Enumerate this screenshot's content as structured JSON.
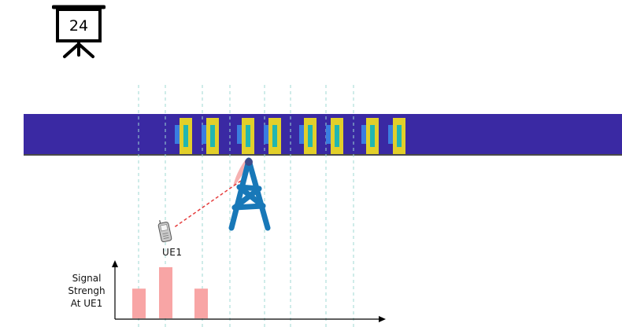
{
  "slide": {
    "number": "24",
    "icon": "presentation-board-icon"
  },
  "ue": {
    "label": "UE1",
    "icon": "mobile-phone-icon"
  },
  "tower": {
    "icon": "cell-tower-icon",
    "color": "#1878b8"
  },
  "colors": {
    "band": "#3a29a3",
    "beam_yellow": "#e2cf2a",
    "beam_blue": "#3a7de0",
    "beam_cyan": "#22b6b0",
    "link": "#e53b3b",
    "bars": "#f8a5a5",
    "gridline": "#9fd8d3"
  },
  "chart_data": {
    "type": "bar",
    "ylabel": "Signal\nStrengh\nAt UE1",
    "xlabel": "",
    "values": [
      0.36,
      0.62,
      0.36
    ]
  }
}
